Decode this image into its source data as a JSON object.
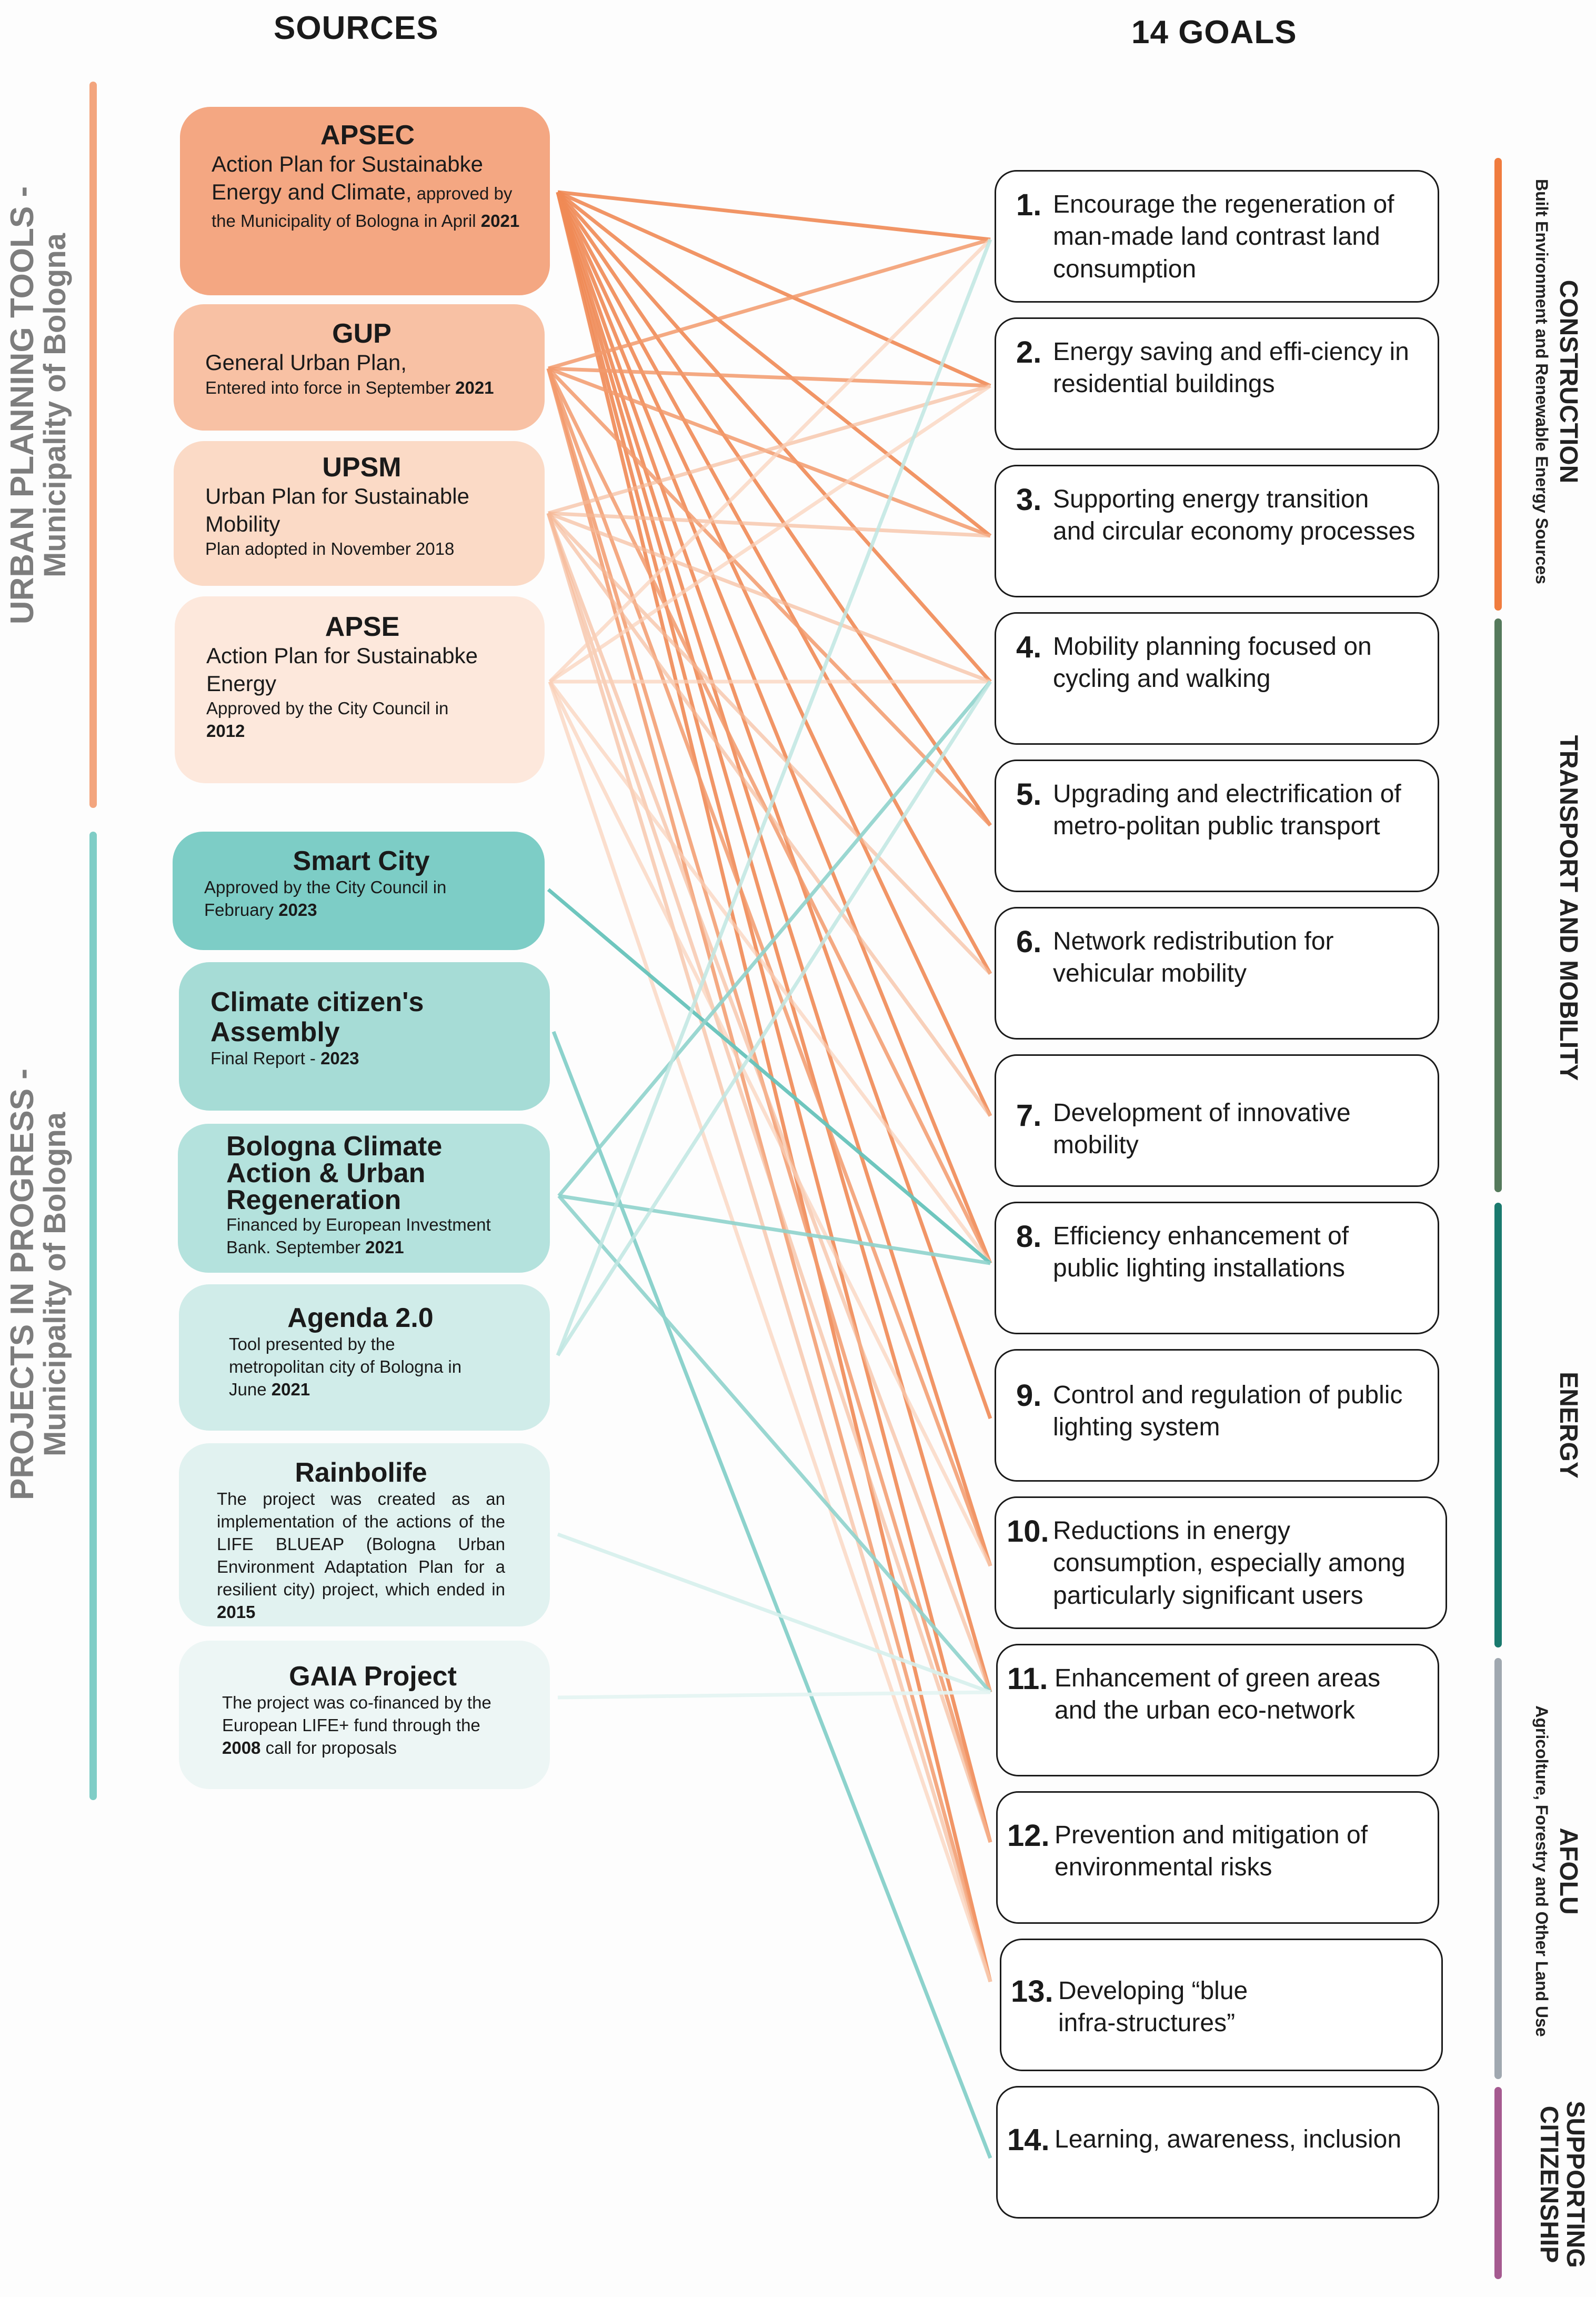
{
  "headings": {
    "sources": "SOURCES",
    "goals": "14 GOALS"
  },
  "left_groups": {
    "urban": {
      "line1": "URBAN PLANNING TOOLS -",
      "line2": "Municipality of Bologna",
      "color": "#f3a57e"
    },
    "projects": {
      "line1": "PROJECTS IN PROGRESS -",
      "line2": "Municipality of Bologna",
      "color": "#7fcdc6"
    }
  },
  "sources": [
    {
      "id": "apsec",
      "title": "APSEC",
      "desc": "Action Plan for Sustainabke Energy and Climate,",
      "desc_tail": " approved by the Municipality of Bologna in April ",
      "year": "2021",
      "bg": "#f4a782"
    },
    {
      "id": "gup",
      "title": "GUP",
      "desc": "General Urban Plan,",
      "small": "Entered into force in September ",
      "year": "2021",
      "bg": "#f8c1a4"
    },
    {
      "id": "upsm",
      "title": "UPSM",
      "desc": "Urban Plan for Sustainable Mobility",
      "small": "Plan adopted in November 2018",
      "year": "",
      "bg": "#fbdac6"
    },
    {
      "id": "apse",
      "title": "APSE",
      "desc": "Action Plan for Sustainabke Energy",
      "small": "Approved by the City Council in ",
      "year": "2012",
      "bg": "#fde8dc"
    },
    {
      "id": "smart",
      "title": "Smart City",
      "small": "Approved by the City Council in February ",
      "year": "2023",
      "bg": "#7dcdc6"
    },
    {
      "id": "climate",
      "title": "Climate citizen's Assembly",
      "small": "Final Report - ",
      "year": "2023",
      "bg": "#a6dcd6"
    },
    {
      "id": "bcaur",
      "title": "Bologna Climate Action & Urban Regeneration",
      "small": "Financed by European Investment Bank. September ",
      "year": "2021",
      "bg": "#b4e2dd"
    },
    {
      "id": "agenda",
      "title": "Agenda 2.0",
      "small": "Tool presented by the metropolitan city of Bologna in June ",
      "year": "2021",
      "bg": "#d0ece9"
    },
    {
      "id": "rainbolife",
      "title": "Rainbolife",
      "small": "The project was created as an implementation of the actions of the LIFE BLUEAP (Bologna Urban Environment Adaptation Plan for a resilient city) project, which ended in ",
      "year": "2015",
      "bg": "#e1f2f0"
    },
    {
      "id": "gaia",
      "title": "GAIA Project",
      "small": "The project was co-financed by the European LIFE+ fund through the ",
      "year": "2008",
      "small_tail": " call for proposals",
      "bg": "#edf6f5"
    }
  ],
  "goals": [
    {
      "num": "1.",
      "text": "Encourage the regeneration of man-made land contrast land consumption"
    },
    {
      "num": "2.",
      "text": "Energy saving and effi-ciency in residential buildings"
    },
    {
      "num": "3.",
      "text": "Supporting energy transition and circular economy processes"
    },
    {
      "num": "4.",
      "text": "Mobility planning focused on cycling and walking"
    },
    {
      "num": "5.",
      "text": "Upgrading and electrification of metro-politan public transport"
    },
    {
      "num": "6.",
      "text": "Network redistribution for vehicular mobility"
    },
    {
      "num": "7.",
      "text": "Development of innovative mobility"
    },
    {
      "num": "8.",
      "text": "Efficiency enhancement of public lighting installations"
    },
    {
      "num": "9.",
      "text": "Control and regulation of public lighting system"
    },
    {
      "num": "10.",
      "text": "Reductions in energy consumption, especially among particularly significant users"
    },
    {
      "num": "11.",
      "text": "Enhancement of green areas and the urban eco-network"
    },
    {
      "num": "12.",
      "text": "Prevention and mitigation of environmental risks"
    },
    {
      "num": "13.",
      "text": "Developing “blue infra-structures”"
    },
    {
      "num": "14.",
      "text": "Learning, awareness, inclusion"
    }
  ],
  "categories": [
    {
      "label": "CONSTRUCTION",
      "sub": "Built Environment and Renewable Energy Sources",
      "color": "#f07c3e"
    },
    {
      "label": "TRANSPORT AND MOBILITY",
      "sub": "",
      "color": "#557a5c"
    },
    {
      "label": "ENERGY",
      "sub": "",
      "color": "#1a7a6e"
    },
    {
      "label": "AFOLU",
      "sub": "Agricolture, Forestry and Other Land Use",
      "color": "#a0a8b0"
    },
    {
      "label": "SUPPORTING CITIZENSHIP",
      "sub": "",
      "color": "#a55a90"
    }
  ],
  "links": [
    {
      "from": "apsec",
      "to": [
        1,
        2,
        3,
        4,
        5,
        6,
        7,
        8,
        9,
        10,
        11,
        12,
        13
      ],
      "color": "#f08a55",
      "opacity": 0.9
    },
    {
      "from": "gup",
      "to": [
        1,
        2,
        3,
        5,
        8,
        10,
        12,
        13
      ],
      "color": "#f29a6c",
      "opacity": 0.85
    },
    {
      "from": "upsm",
      "to": [
        2,
        3,
        4,
        6,
        7,
        11,
        12,
        13
      ],
      "color": "#f6b896",
      "opacity": 0.65
    },
    {
      "from": "apse",
      "to": [
        1,
        2,
        4,
        8,
        10,
        13
      ],
      "color": "#f9d0b8",
      "opacity": 0.7
    },
    {
      "from": "smart",
      "to": [
        8
      ],
      "color": "#66c3bb",
      "opacity": 0.95
    },
    {
      "from": "climate",
      "to": [
        14
      ],
      "color": "#86d0c9",
      "opacity": 0.95
    },
    {
      "from": "bcaur",
      "to": [
        4,
        8,
        11
      ],
      "color": "#8fd3cc",
      "opacity": 0.9
    },
    {
      "from": "agenda",
      "to": [
        1,
        4
      ],
      "color": "#bfe6e2",
      "opacity": 0.85
    },
    {
      "from": "rainbolife",
      "to": [
        11
      ],
      "color": "#d6efec",
      "opacity": 0.9
    },
    {
      "from": "gaia",
      "to": [
        11
      ],
      "color": "#e3f4f2",
      "opacity": 0.9
    }
  ]
}
